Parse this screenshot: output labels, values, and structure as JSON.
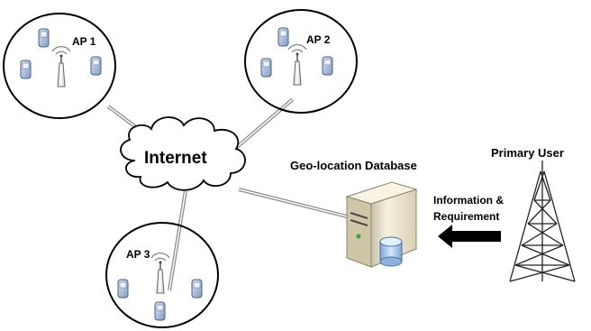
{
  "access_points": [
    {
      "label": "AP 1"
    },
    {
      "label": "AP 2"
    },
    {
      "label": "AP 3"
    }
  ],
  "internet": {
    "label": "Internet"
  },
  "database": {
    "label": "Geo-location Database"
  },
  "arrow": {
    "line1": "Information &",
    "line2": "Requirement"
  },
  "primary_user": {
    "label": "Primary User"
  },
  "colors": {
    "link_line": "#8a8a8a",
    "phone_body": "#9bb4d6",
    "server_body": "#efe6cc",
    "db_cylinder": "#a9c7ec",
    "arrow": "#000000"
  }
}
